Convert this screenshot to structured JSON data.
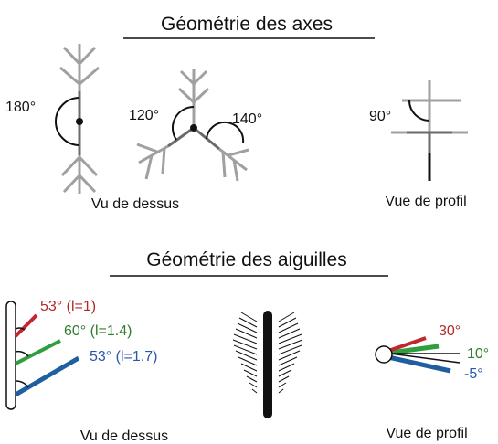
{
  "section_axes": {
    "title": "Géométrie des axes",
    "angle_left": "180°",
    "angle_mid_left": "120°",
    "angle_mid_right": "140°",
    "angle_profile": "90°",
    "caption_top": "Vu de dessus",
    "caption_profile": "Vue de profil"
  },
  "section_needles": {
    "title": "Géométrie des aiguilles",
    "label_red": "53° (l=1)",
    "label_green": "60° (l=1.4)",
    "label_blue": "53° (l=1.7)",
    "caption_top": "Vu de dessus",
    "profile_red": "30°",
    "profile_green": "10°",
    "profile_blue": "-5°",
    "caption_profile": "Vue de profil"
  },
  "colors": {
    "red": "#c0282d",
    "green": "#2e9e3e",
    "blue": "#1f5fa0",
    "text_red": "#b02a2a",
    "text_green": "#2f7d2f",
    "text_blue": "#2a56b0",
    "gray_light": "#a0a0a0",
    "gray_dark": "#6a6a6a"
  }
}
